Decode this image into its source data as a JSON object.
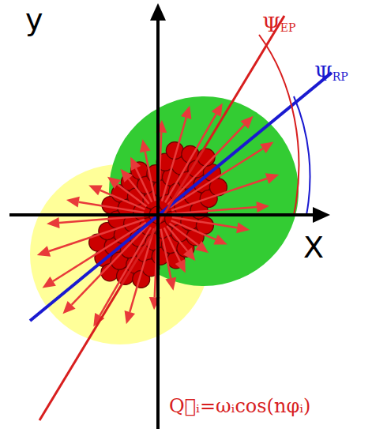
{
  "diagram": {
    "labels": [
      "y",
      "X",
      "ΨEP",
      "ΨRP",
      "Q⃗ᵢ=ωᵢcos(nφᵢ)"
    ]
  }
}
